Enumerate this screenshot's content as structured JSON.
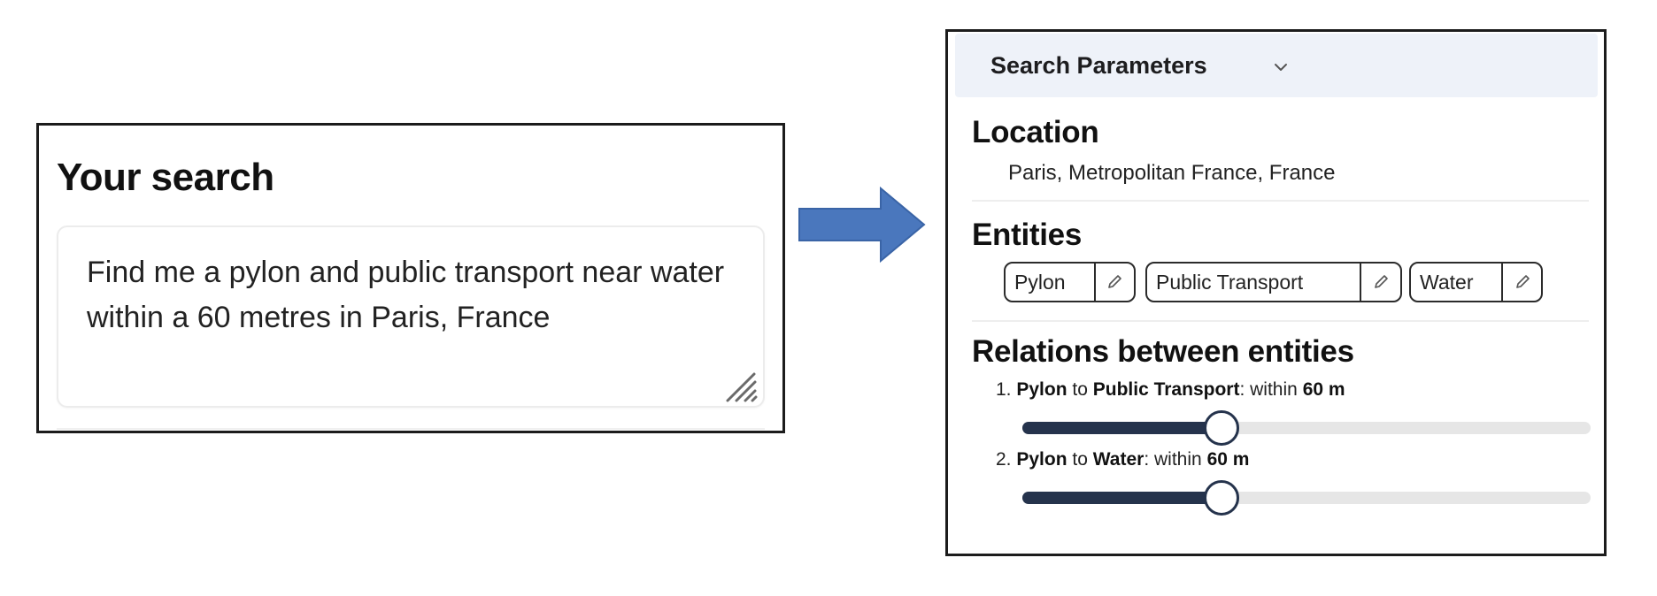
{
  "left_panel": {
    "title": "Your search",
    "search_query": "Find me a pylon and public transport near water within a 60 metres in Paris, France"
  },
  "arrow": {
    "icon": "right-arrow",
    "color": "#4a77bd"
  },
  "right_panel": {
    "header": {
      "title": "Search Parameters",
      "toggle_icon": "chevron-down"
    },
    "location": {
      "heading": "Location",
      "value": "Paris, Metropolitan France, France"
    },
    "entities": {
      "heading": "Entities",
      "items": [
        {
          "label": "Pylon",
          "edit_icon": "pencil"
        },
        {
          "label": "Public Transport",
          "edit_icon": "pencil"
        },
        {
          "label": "Water",
          "edit_icon": "pencil"
        }
      ]
    },
    "relations": {
      "heading": "Relations between entities",
      "items": [
        {
          "index": "1.",
          "from": "Pylon",
          "connector": "to",
          "to": "Public Transport",
          "separator": ":",
          "qualifier": "within",
          "distance": "60 m",
          "slider_fraction": 0.35
        },
        {
          "index": "2.",
          "from": "Pylon",
          "connector": "to",
          "to": "Water",
          "separator": ":",
          "qualifier": "within",
          "distance": "60 m",
          "slider_fraction": 0.35
        }
      ]
    },
    "colors": {
      "slider_fill": "#25334c",
      "slider_track": "#e6e6e6",
      "header_bg": "#eef2f9"
    }
  }
}
